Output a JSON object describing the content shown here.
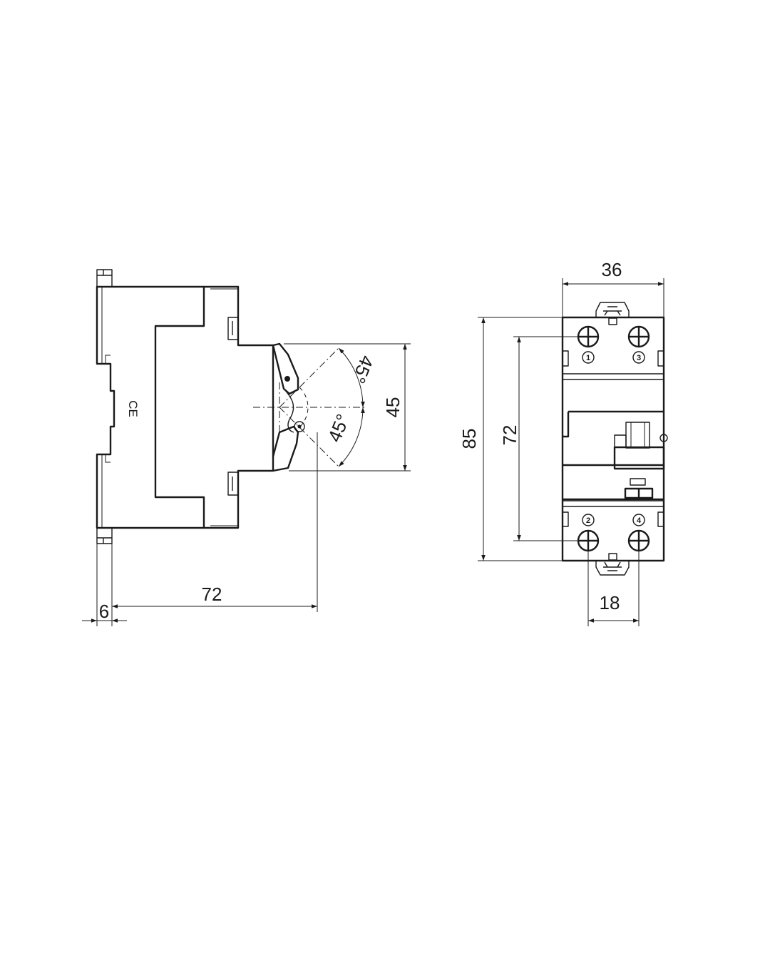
{
  "side_view": {
    "dimensions": {
      "rail_offset": "6",
      "depth": "72",
      "handle_height": "45",
      "angle_up": "45°",
      "angle_down": "45°"
    },
    "mark": "CE"
  },
  "front_view": {
    "dimensions": {
      "width": "36",
      "height": "85",
      "terminal_pitch": "72",
      "module_width": "18"
    },
    "terminals": [
      "1",
      "3",
      "2",
      "4"
    ]
  }
}
